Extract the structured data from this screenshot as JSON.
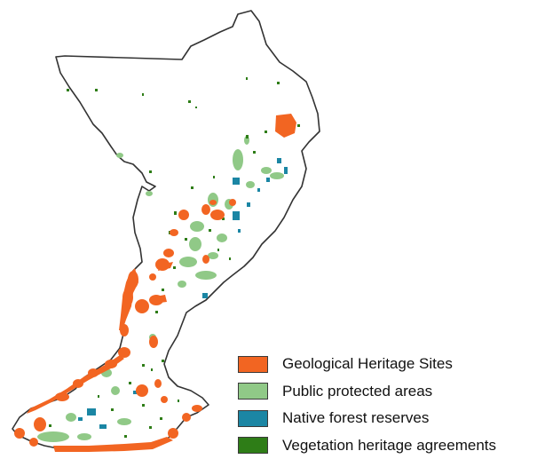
{
  "colors": {
    "geological": "#f26522",
    "public_protected": "#90c987",
    "native_forest": "#1b86a4",
    "vegetation_heritage": "#2e7d17",
    "boundary": "#333333",
    "land": "#ffffff"
  },
  "legend": {
    "items": [
      {
        "label": "Geological Heritage Sites",
        "color": "#f26522"
      },
      {
        "label": "Public protected areas",
        "color": "#90c987"
      },
      {
        "label": "Native forest reserves",
        "color": "#1b86a4"
      },
      {
        "label": "Vegetation heritage agreements",
        "color": "#2e7d17"
      }
    ]
  }
}
